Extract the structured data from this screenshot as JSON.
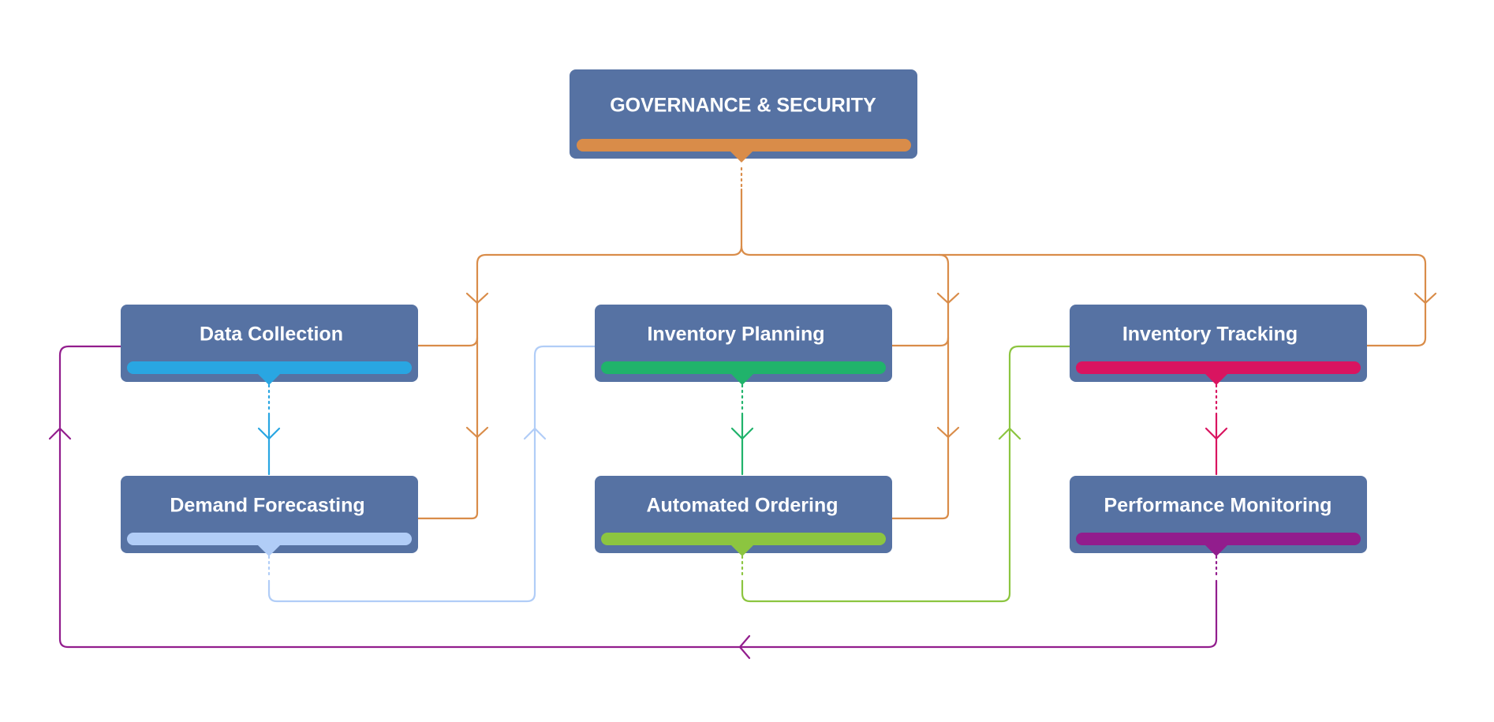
{
  "nodes": [
    {
      "id": "governance",
      "label": "GOVERNANCE & SECURITY",
      "accent": "#d98c49"
    },
    {
      "id": "data_collection",
      "label": "Data Collection",
      "accent": "#29a6e2"
    },
    {
      "id": "inventory_planning",
      "label": "Inventory Planning",
      "accent": "#20b36b"
    },
    {
      "id": "inventory_tracking",
      "label": "Inventory Tracking",
      "accent": "#d91460"
    },
    {
      "id": "demand_forecasting",
      "label": "Demand Forecasting",
      "accent": "#b1cdf7"
    },
    {
      "id": "automated_ordering",
      "label": "Automated Ordering",
      "accent": "#8cc540"
    },
    {
      "id": "performance_monitoring",
      "label": "Performance Monitoring",
      "accent": "#921d8d"
    }
  ],
  "edges": [
    {
      "from": "governance",
      "to": "data_collection"
    },
    {
      "from": "governance",
      "to": "demand_forecasting"
    },
    {
      "from": "governance",
      "to": "inventory_planning"
    },
    {
      "from": "governance",
      "to": "automated_ordering"
    },
    {
      "from": "governance",
      "to": "inventory_tracking"
    },
    {
      "from": "data_collection",
      "to": "demand_forecasting"
    },
    {
      "from": "demand_forecasting",
      "to": "inventory_planning"
    },
    {
      "from": "inventory_planning",
      "to": "automated_ordering"
    },
    {
      "from": "automated_ordering",
      "to": "inventory_tracking"
    },
    {
      "from": "inventory_tracking",
      "to": "performance_monitoring"
    },
    {
      "from": "performance_monitoring",
      "to": "data_collection"
    }
  ]
}
